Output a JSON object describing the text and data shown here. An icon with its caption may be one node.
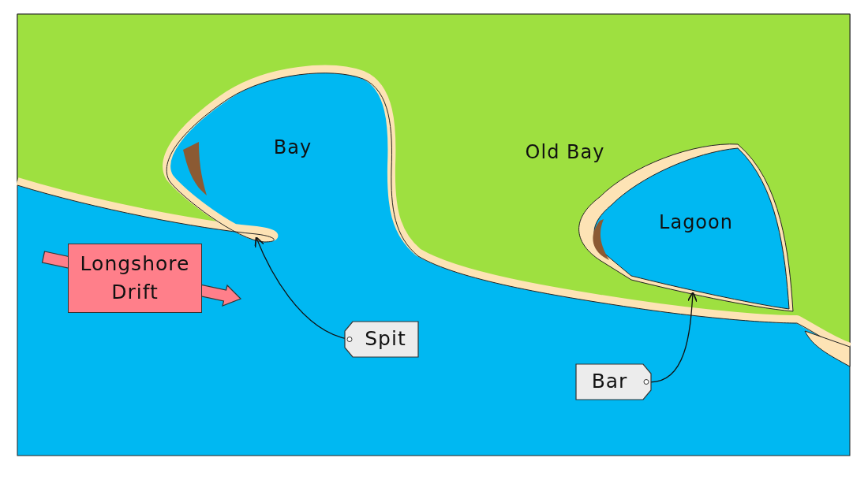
{
  "diagram": {
    "nodes": [
      {
        "text": [
          "Longshore Drift"
        ]
      },
      {
        "text": [
          "Spit"
        ]
      },
      {
        "text": [
          "Bar"
        ]
      },
      {
        "text": [],
        "shape": "bar"
      }
    ],
    "edges": [
      {
        "from": 1,
        "to": null,
        "arrow": "to"
      },
      {
        "from": 2,
        "to": 3,
        "arrow": "to"
      }
    ],
    "labels": [
      "Bay",
      "Old Bay",
      "Lagoon"
    ]
  }
}
